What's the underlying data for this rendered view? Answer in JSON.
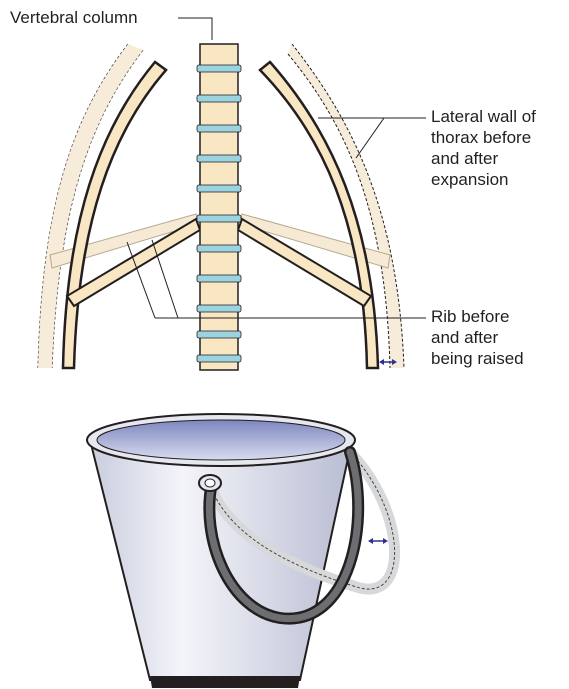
{
  "labels": {
    "vertebral_column": "Vertebral column",
    "lateral_wall": "Lateral wall of\nthorax before\nand after\nexpansion",
    "rib": "Rib before\nand after\nbeing raised"
  },
  "colors": {
    "bone": "#f9e6c3",
    "bone_faded": "#f6ead5",
    "outline": "#231f20",
    "disc": "#9cd3e0",
    "bucket_body": "#d8dbe8",
    "bucket_inside": "#9ea6cf",
    "handle": "#58595b",
    "handle_faded": "#d7d8da",
    "arrow": "#2e3192"
  },
  "icons": {
    "expansion_arrow": "double-headed-arrow-icon",
    "handle_arrow": "double-headed-arrow-icon"
  }
}
